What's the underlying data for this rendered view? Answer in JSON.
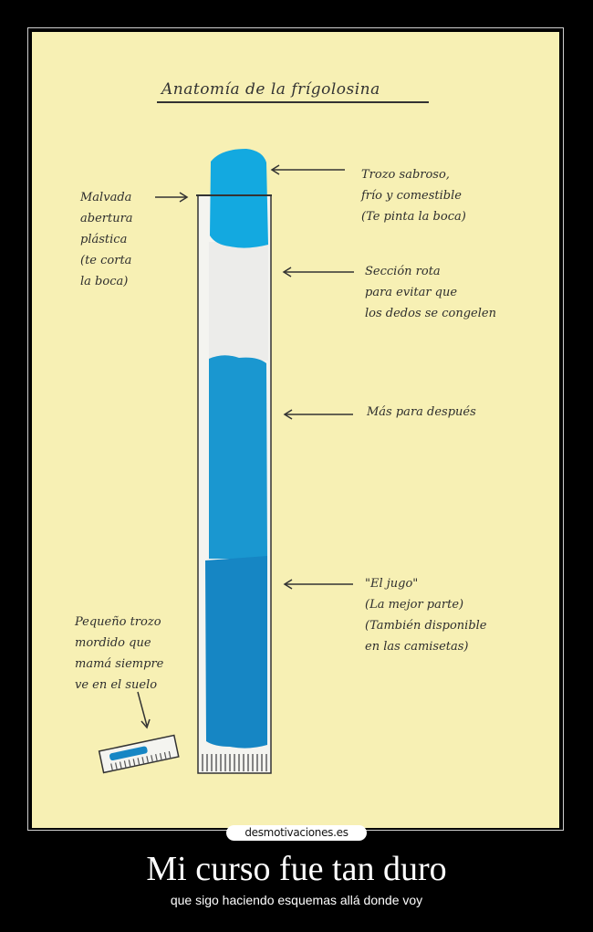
{
  "poster": {
    "title": "Anatomía de la frígolosina",
    "labels": {
      "left_top": "Malvada\nabertura\nplástica\n(te corta\nla boca)",
      "left_bottom": "Pequeño trozo\nmordido que\nmamá siempre\nve en el suelo",
      "right_1": "Trozo sabroso,\nfrío y comestible\n(Te pinta la boca)",
      "right_2": "Sección rota\npara evitar que\nlos dedos se congelen",
      "right_3": "Más para después",
      "right_4": "\"El jugo\"\n(La mejor parte)\n(También disponible\nen las camisetas)"
    },
    "colors": {
      "background": "#f7f0b4",
      "ice_light": "#10a8df",
      "ice_mid": "#1a93cc",
      "ice_dark": "#1784c2",
      "plastic": "#f3f3f0",
      "ink": "#333333"
    }
  },
  "watermark": "desmotivaciones.es",
  "caption": {
    "title": "Mi curso fue tan duro",
    "subtitle": "que sigo haciendo esquemas allá donde voy"
  }
}
